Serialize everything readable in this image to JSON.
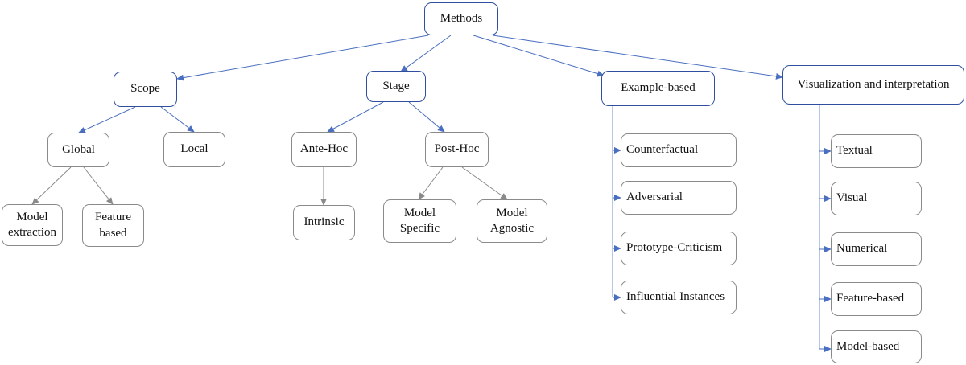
{
  "methods": "Methods",
  "scope": {
    "label": "Scope",
    "global": "Global",
    "local": "Local",
    "model_extraction": "Model\nextraction",
    "feature_based": "Feature\nbased"
  },
  "stage": {
    "label": "Stage",
    "ante_hoc": "Ante-Hoc",
    "post_hoc": "Post-Hoc",
    "intrinsic": "Intrinsic",
    "model_specific": "Model\nSpecific",
    "model_agnostic": "Model\nAgnostic"
  },
  "example_based": {
    "label": "Example-based",
    "items": [
      "Counterfactual",
      "Adversarial",
      "Prototype-Criticism",
      "Influential Instances"
    ]
  },
  "visualization": {
    "label": "Visualization and interpretation",
    "items": [
      "Textual",
      "Visual",
      "Numerical",
      "Feature-based",
      "Model-based"
    ]
  },
  "colors": {
    "blue_edge": "#4a6fbf",
    "gray_edge": "#8a8a8a",
    "blue_border": "#2f4f9e"
  }
}
